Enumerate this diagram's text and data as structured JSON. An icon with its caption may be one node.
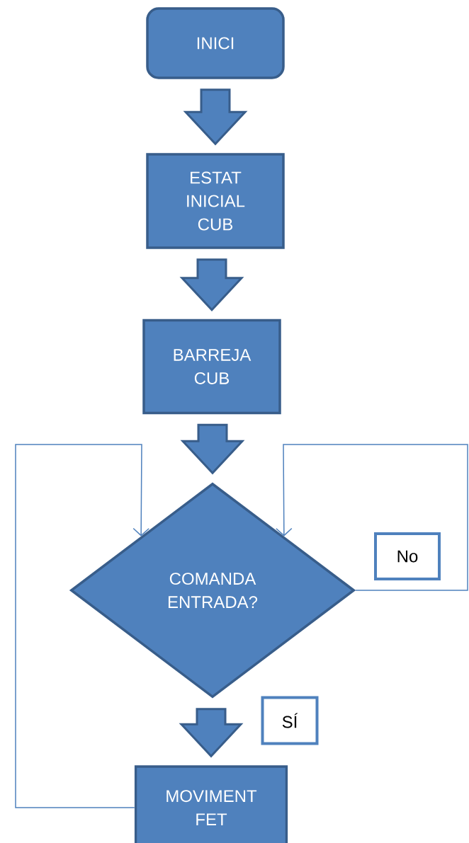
{
  "diagram": {
    "nodes": [
      {
        "text": [
          "INICI"
        ]
      },
      {
        "text": [
          "ESTAT INICIAL CUB"
        ]
      },
      {
        "text": [
          "BARREJA CUB"
        ]
      },
      {
        "text": [
          "COMANDA ENTRADA?"
        ]
      },
      {
        "text": [
          "MOVIMENT FET"
        ]
      },
      {
        "text": [
          "No"
        ]
      },
      {
        "text": [
          "SÍ"
        ]
      }
    ],
    "edges": [
      {
        "from": 0,
        "to": 1,
        "arrow": "to",
        "style": "thick"
      },
      {
        "from": 1,
        "to": 2,
        "arrow": "to",
        "style": "thick"
      },
      {
        "from": 2,
        "to": 3,
        "arrow": "to",
        "style": "thick"
      },
      {
        "from": 3,
        "to": 4,
        "arrow": "to",
        "style": "thick"
      },
      {
        "from": 4,
        "to": 3,
        "arrow": "to"
      },
      {
        "from": 3,
        "to": 3,
        "arrow": "to"
      }
    ]
  }
}
